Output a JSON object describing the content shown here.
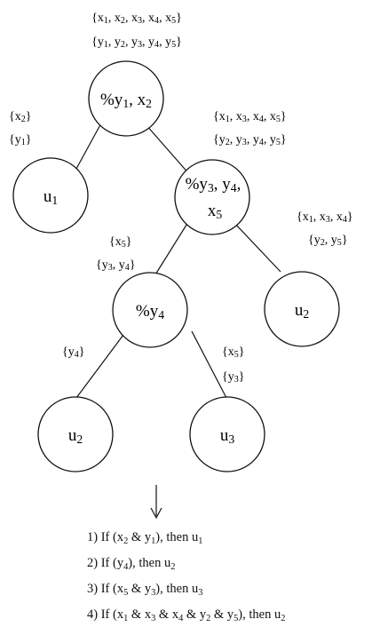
{
  "tree": {
    "nodes": {
      "root": [
        "%y",
        "1",
        ", x",
        "2"
      ],
      "u1": [
        "u",
        "1"
      ],
      "n2a": [
        "%y",
        "3",
        ", y",
        "4",
        ","
      ],
      "n2b": [
        "x",
        "5"
      ],
      "n4": [
        "%y",
        "4"
      ],
      "u2r": [
        "u",
        "2"
      ],
      "u2l": [
        "u",
        "2"
      ],
      "u3": [
        "u",
        "3"
      ]
    },
    "sets": {
      "root_x": [
        "{x",
        "1",
        ", x",
        "2",
        ", x",
        "3",
        ", x",
        "4",
        ", x",
        "5",
        "}"
      ],
      "root_y": [
        "{y",
        "1",
        ", y",
        "2",
        ", y",
        "3",
        ", y",
        "4",
        ", y",
        "5",
        "}"
      ],
      "left_x": [
        "{x",
        "2",
        "}"
      ],
      "left_y": [
        "{y",
        "1",
        "}"
      ],
      "mid_x": [
        "{x",
        "1",
        ", x",
        "3",
        ", x",
        "4",
        ", x",
        "5",
        "}"
      ],
      "mid_y": [
        "{y",
        "2",
        ", y",
        "3",
        ", y",
        "4",
        ", y",
        "5",
        "}"
      ],
      "far_x": [
        "{x",
        "1",
        ", x",
        "3",
        ", x",
        "4",
        "}"
      ],
      "far_y": [
        "{y",
        "2",
        ", y",
        "5",
        "}"
      ],
      "c_x": [
        "{x",
        "5",
        "}"
      ],
      "c_y": [
        "{y",
        "3",
        ", y",
        "4",
        "}"
      ],
      "ll": [
        "{y",
        "4",
        "}"
      ],
      "lr_x": [
        "{x",
        "5",
        "}"
      ],
      "lr_y": [
        "{y",
        "3",
        "}"
      ]
    }
  },
  "rules": [
    [
      "1) If (x",
      "2",
      " & y",
      "1",
      "), then u",
      "1"
    ],
    [
      "2) If (y",
      "4",
      "), then u",
      "2"
    ],
    [
      "3) If (x",
      "5",
      " & y",
      "3",
      "), then u",
      "3"
    ],
    [
      "4) If (x",
      "1",
      " & x",
      "3",
      " & x",
      "4",
      " & y",
      "2",
      " & y",
      "5",
      "), then u",
      "2"
    ]
  ],
  "arrow_icon": "down-arrow-icon"
}
